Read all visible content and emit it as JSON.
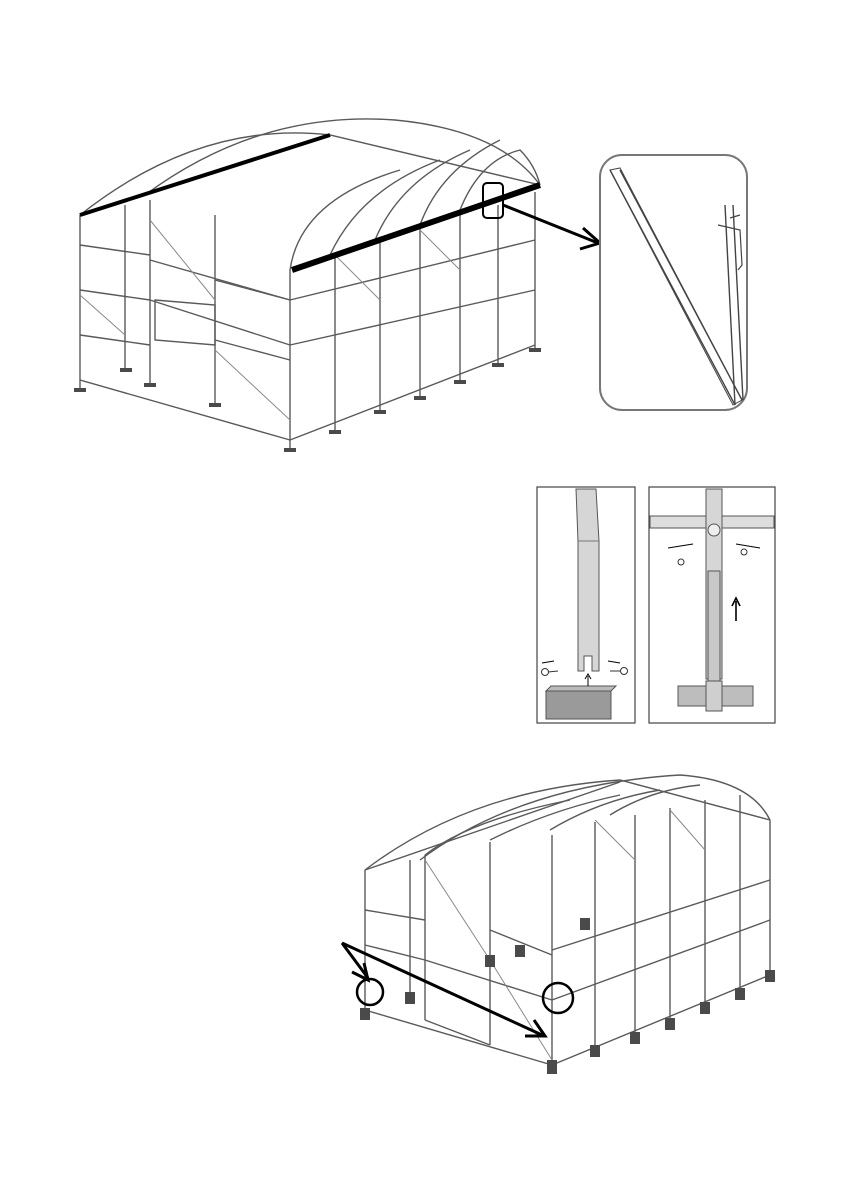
{
  "document": {
    "page_size": "A4",
    "figures": [
      {
        "id": "fig1",
        "description_label": ""
      },
      {
        "id": "fig2a",
        "description_label": ""
      },
      {
        "id": "fig2b",
        "description_label": ""
      },
      {
        "id": "fig3",
        "description_label": ""
      }
    ]
  },
  "colors": {
    "line": "#5a5a5a",
    "highlight": "#000000",
    "detail_border": "#777777",
    "post_fill": "#cfcfcf"
  }
}
